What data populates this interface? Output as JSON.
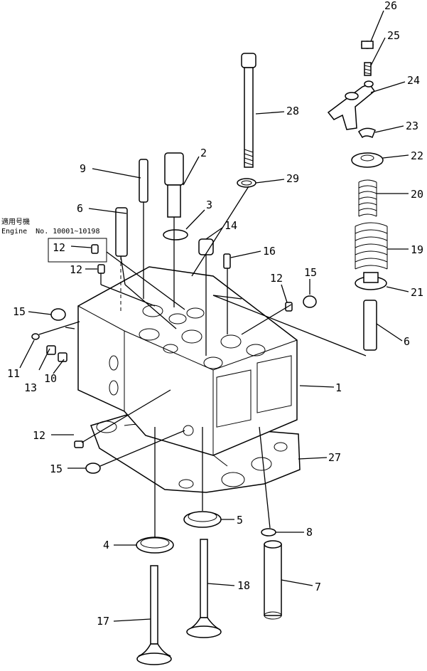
{
  "note": {
    "line1": "適用号機",
    "line2": "Engine  No. 10001~10198"
  },
  "labels": {
    "l1": "1",
    "l2": "2",
    "l3": "3",
    "l4": "4",
    "l5": "5",
    "l6a": "6",
    "l6b": "6",
    "l7": "7",
    "l8": "8",
    "l9": "9",
    "l10": "10",
    "l11": "11",
    "l12a": "12",
    "l12b": "12",
    "l12c": "12",
    "l12d": "12",
    "l13": "13",
    "l14": "14",
    "l15a": "15",
    "l15b": "15",
    "l15c": "15",
    "l16": "16",
    "l17": "17",
    "l18": "18",
    "l19": "19",
    "l20": "20",
    "l21": "21",
    "l22": "22",
    "l23": "23",
    "l24": "24",
    "l25": "25",
    "l26": "26",
    "l27": "27",
    "l28": "28",
    "l29": "29"
  }
}
